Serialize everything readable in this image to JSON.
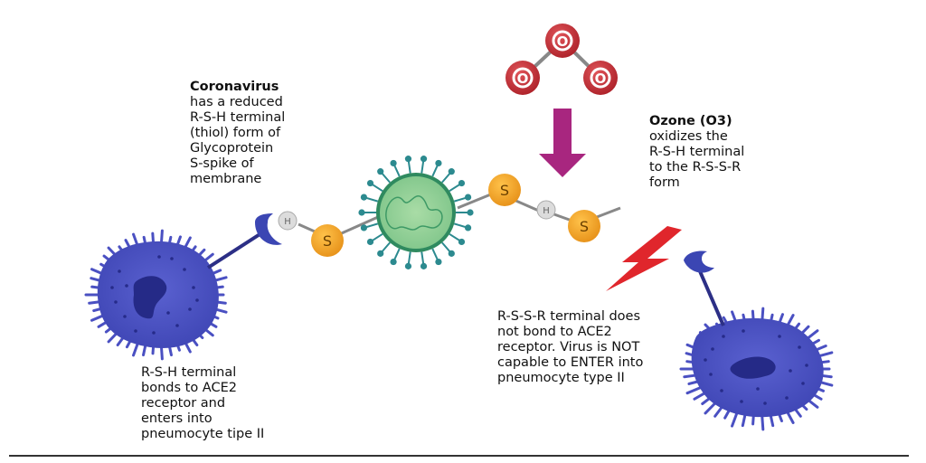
{
  "colors": {
    "virus_body": "#8fcf91",
    "virus_ring": "#2f8a5f",
    "virus_spike": "#2c8a8f",
    "cell_body": "#4f55c7",
    "cell_nucleus": "#252a87",
    "sulfur": "#f2a62a",
    "hydrogen": "#d9d9d9",
    "oxygen": "#c9323a",
    "arrow": "#a8267f",
    "lightning": "#e0262c",
    "receptor": "#3b46b3"
  },
  "atoms": {
    "sulfur": "S",
    "hydrogen": "H",
    "oxygen": "O"
  },
  "labels": {
    "coronavirus": {
      "title": "Coronavirus",
      "lines": [
        "has a reduced",
        "R-S-H terminal",
        "(thiol) form of",
        "Glycoprotein",
        "S-spike of",
        "membrane"
      ]
    },
    "ozone": {
      "title": "Ozone (O3)",
      "lines": [
        "oxidizes the",
        "R-S-H terminal",
        "to the R-S-S-R",
        "form"
      ]
    },
    "bonds": {
      "lines": [
        "R-S-H terminal",
        "bonds to ACE2",
        "receptor and",
        "enters into",
        "pneumocyte tipe II"
      ]
    },
    "no_bond": {
      "lines": [
        "R-S-S-R terminal does",
        "not bond to ACE2",
        "receptor. Virus is NOT",
        "capable to ENTER into",
        "pneumocyte type II"
      ]
    }
  }
}
